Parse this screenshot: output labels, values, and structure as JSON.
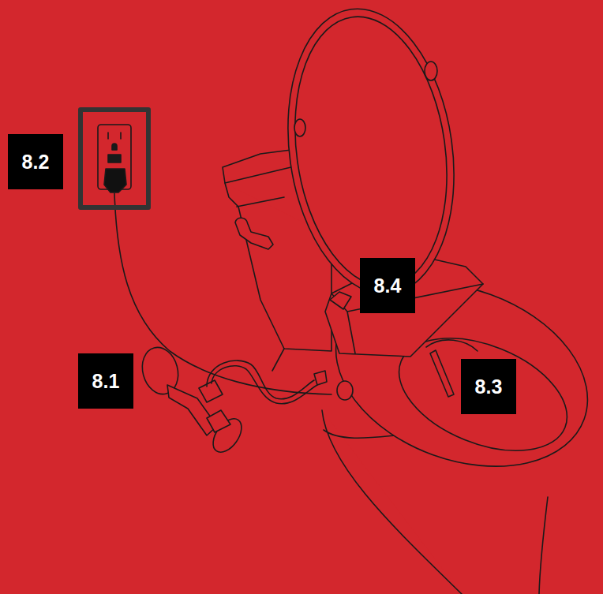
{
  "diagram": {
    "nodes": [
      {
        "text": [
          "8.2"
        ]
      },
      {
        "text": [
          "8.4"
        ]
      },
      {
        "text": [
          "8.1"
        ]
      },
      {
        "text": [
          "8.3"
        ]
      }
    ]
  }
}
